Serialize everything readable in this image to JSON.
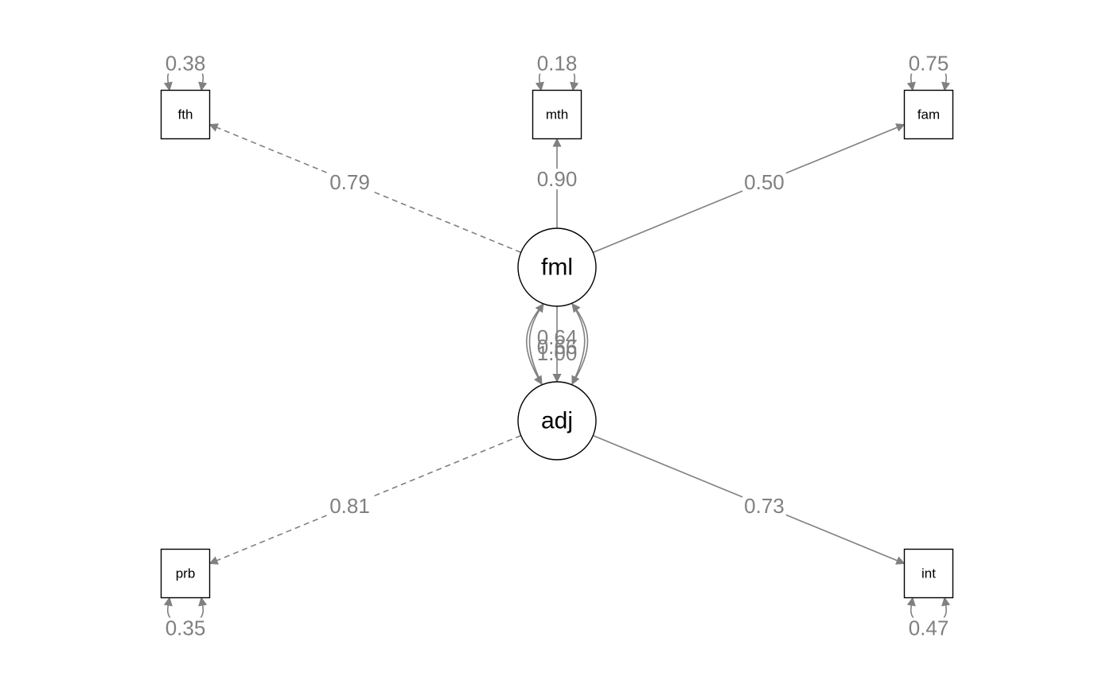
{
  "diagram": {
    "observed": [
      {
        "id": "fth",
        "label": "fth",
        "residual": "0.38"
      },
      {
        "id": "mth",
        "label": "mth",
        "residual": "0.18"
      },
      {
        "id": "fam",
        "label": "fam",
        "residual": "0.75"
      },
      {
        "id": "prb",
        "label": "prb",
        "residual": "0.35"
      },
      {
        "id": "int",
        "label": "int",
        "residual": "0.47"
      }
    ],
    "latent": [
      {
        "id": "fml",
        "label": "fml",
        "variance": "0.64"
      },
      {
        "id": "adj",
        "label": "adj",
        "variance": "0.66"
      }
    ],
    "loadings": [
      {
        "from": "fml",
        "to": "fth",
        "value": "0.79",
        "style": "dashed"
      },
      {
        "from": "fml",
        "to": "mth",
        "value": "0.90",
        "style": "solid"
      },
      {
        "from": "fml",
        "to": "fam",
        "value": "0.50",
        "style": "solid"
      },
      {
        "from": "adj",
        "to": "prb",
        "value": "0.81",
        "style": "dashed"
      },
      {
        "from": "adj",
        "to": "int",
        "value": "0.73",
        "style": "solid"
      }
    ],
    "regression": {
      "from": "fml",
      "to": "adj",
      "value": "1.00",
      "style": "solid"
    },
    "colors": {
      "edge": "#808080",
      "node_stroke": "#000000",
      "background": "#ffffff"
    }
  }
}
